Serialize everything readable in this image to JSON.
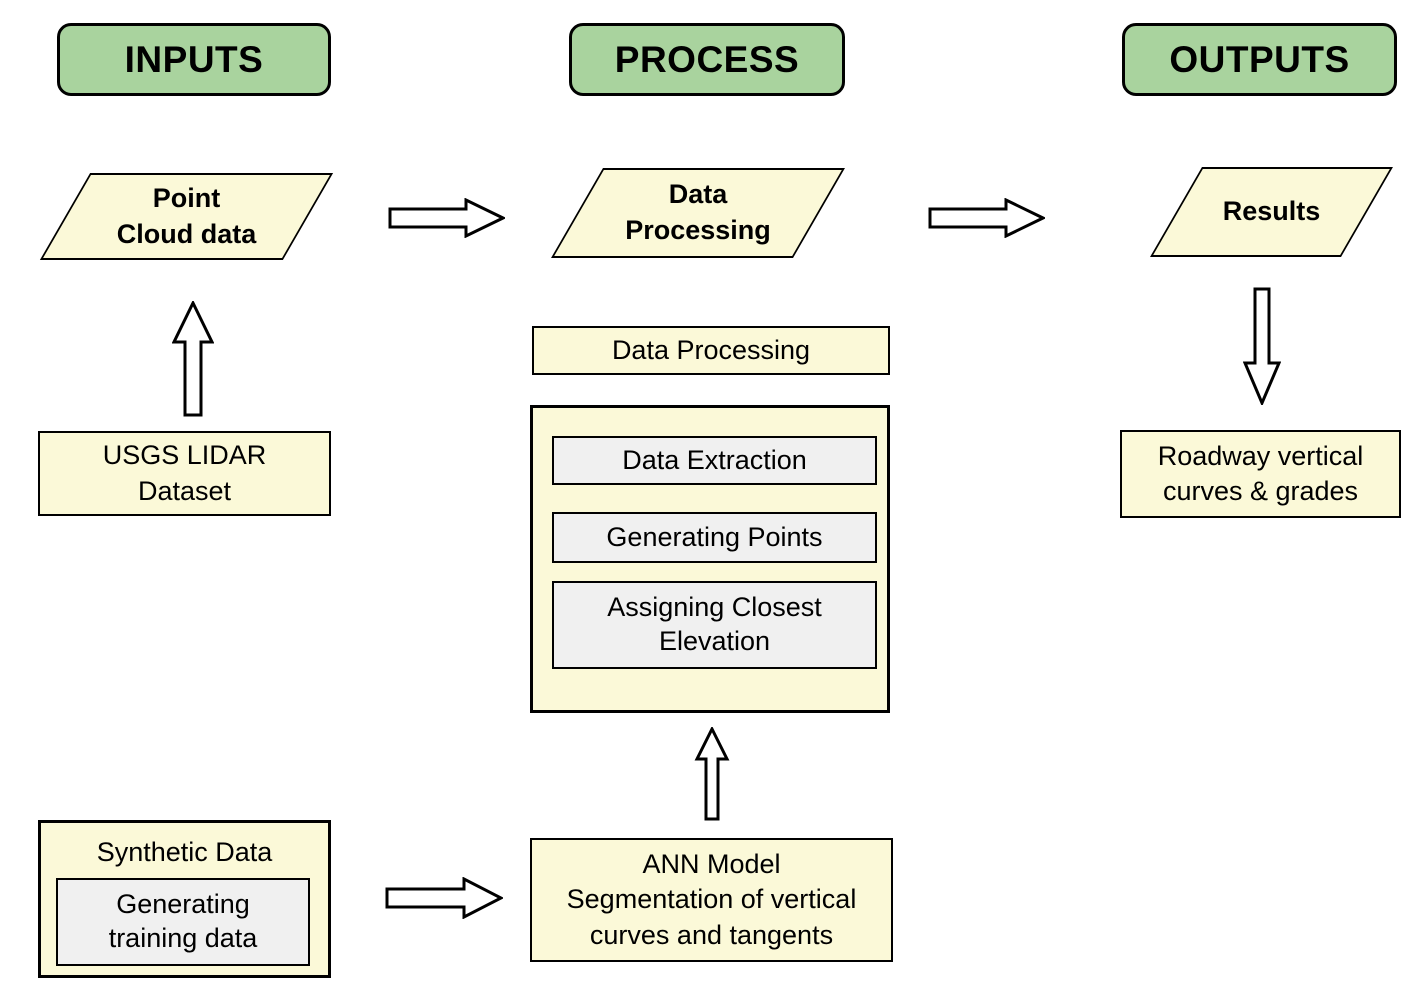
{
  "diagram": {
    "headers": {
      "inputs": "INPUTS",
      "process": "PROCESS",
      "outputs": "OUTPUTS"
    },
    "nodes": {
      "point_cloud": "Point\nCloud data",
      "data_processing_para": "Data\nProcessing",
      "results": "Results",
      "usgs": "USGS LIDAR\nDataset",
      "data_processing_label": "Data Processing",
      "roadway": "Roadway vertical\ncurves & grades",
      "synthetic_label": "Synthetic Data",
      "generating_training": "Generating\ntraining data",
      "ann": "ANN Model\nSegmentation of vertical\ncurves and tangents"
    },
    "process_steps": [
      "Data Extraction",
      "Generating Points",
      "Assigning Closest\nElevation"
    ],
    "colors": {
      "header_fill": "#A9D39E",
      "node_fill": "#FBF9D8",
      "step_fill": "#F0F0F0",
      "border": "#000000",
      "background": "#FFFFFF"
    }
  }
}
